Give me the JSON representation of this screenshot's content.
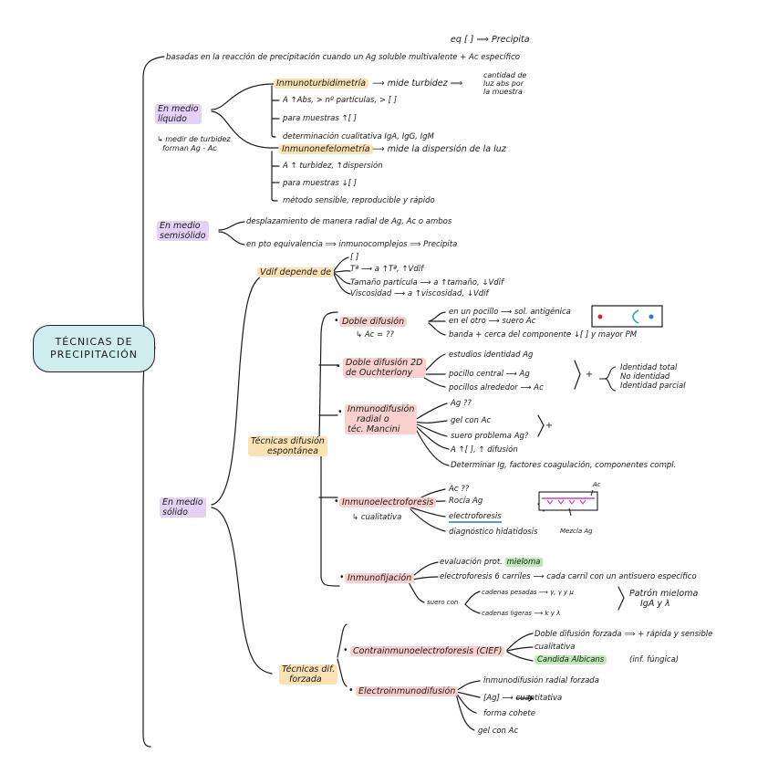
{
  "root": {
    "line1": "TÉCNICAS DE",
    "line2": "PRECIPITACIÓN"
  },
  "top_intro": "basadas en la reacción de precipitación cuando un Ag soluble multivalente + Ac específico",
  "top_eq": "eq [ ] ⟹ Precipita",
  "liquid": {
    "label": {
      "line1": "En medio",
      "line2": "líquido"
    },
    "note": {
      "line1": "↳ medir de turbidez",
      "line2": "forman Ag - Ac"
    },
    "turbidimetria": {
      "title": "Inmunoturbidimetría",
      "arrow": "⟶ mide turbidez ⟹",
      "measure": {
        "line1": "cantidad de",
        "line2": "luz abs por",
        "line3": "la muestra"
      },
      "items": [
        "A ↑Abs, > nº partículas, > [ ]",
        "para muestras ↑[ ]",
        "determinación cualitativa  IgA, IgG, IgM"
      ]
    },
    "nefelometria": {
      "title": "Inmunonefelometría",
      "arrow": "⟶ mide la dispersión de la luz",
      "items": [
        "A ↑ turbidez, ↑dispersión",
        "para muestras ↓[ ]",
        "método sensible, reproducible y rápido"
      ]
    }
  },
  "semisolid": {
    "label": {
      "line1": "En medio",
      "line2": "semisólido"
    },
    "items": [
      "desplazamiento de manera radial de Ag, Ac o ambos",
      "en pto equivalencia ⟹ inmunocomplejos ⟹ Precipita"
    ]
  },
  "solid": {
    "label": {
      "line1": "En medio",
      "line2": "sólido"
    },
    "vdif": {
      "title": "Vdif depende de",
      "items": [
        "[ ]",
        "Tª ⟶ a ↑Tª, ↑Vdif",
        "Tamaño partícula ⟶ a ↑tamaño, ↓Vdif",
        "Viscosidad ⟶ a ↑viscosidad, ↓Vdif"
      ]
    },
    "spontaneous": {
      "label": {
        "line1": "Técnicas difusión",
        "line2": "espontánea"
      },
      "doble": {
        "title": "Doble difusión",
        "items": [
          "en un pocillo ⟶ sol. antigénica",
          "en el otro ⟶ suero Ac",
          "banda + cerca del componente ↓[ ] y mayor PM"
        ],
        "note": "↳ Ac = ??"
      },
      "ouchterlony": {
        "title": {
          "line1": "Doble difusión 2D",
          "line2": "de Ouchterlony"
        },
        "items": [
          "estudios identidad Ag",
          "pocillo central ⟶ Ag",
          "pocillos alrededor ⟶ Ac"
        ],
        "results": [
          "Identidad total",
          "No identidad",
          "Identidad parcial"
        ]
      },
      "mancini": {
        "title": {
          "line1": "Inmunodifusión",
          "line2": "radial o",
          "line3": "téc. Mancini"
        },
        "items": [
          "Ag ??",
          "gel con Ac",
          "suero problema Ag?",
          "A ↑[ ], ↑ difusión",
          "Determinar Ig, factores coagulación, componentes compl."
        ]
      },
      "ielectro": {
        "title": "Inmunoelectroforesis",
        "note": "↳ cualitativa",
        "items": [
          "Ac ??",
          "Rocía Ag",
          "electroforesis",
          "diagnóstico hidatidosis"
        ],
        "fig_label_ac": "Ac",
        "fig_label_ag": "Mezcla Ag"
      },
      "ifijacion": {
        "title": "Inmunofijación",
        "items": [
          "evaluación prot. mieloma",
          "electroforesis 6 carriles ⟶ cada carril con un antisuero específico",
          "suero con"
        ],
        "chains": [
          "cadenas pesadas ⟶ γ, γ y μ",
          "cadenas ligeras ⟶ k y λ"
        ],
        "pattern": {
          "line1": "Patrón mieloma",
          "line2": "IgA y λ"
        }
      }
    },
    "forced": {
      "label": {
        "line1": "Técnicas dif.",
        "line2": "forzada"
      },
      "ciief": {
        "title": "Contrainmunoelectroforesis (CIEF)",
        "items": [
          "Doble difusión forzada ⟹ + rápida y sensible",
          "cualitativa",
          "Candida Albicans"
        ],
        "extra": "(inf. fúngica)"
      },
      "electroimm": {
        "title": "Electroinmunodifusión",
        "items": [
          "inmunodifusión radial forzada",
          "[Ag] ⟶ cuantitativa",
          "forma cohete",
          "gel con Ac"
        ]
      }
    }
  }
}
